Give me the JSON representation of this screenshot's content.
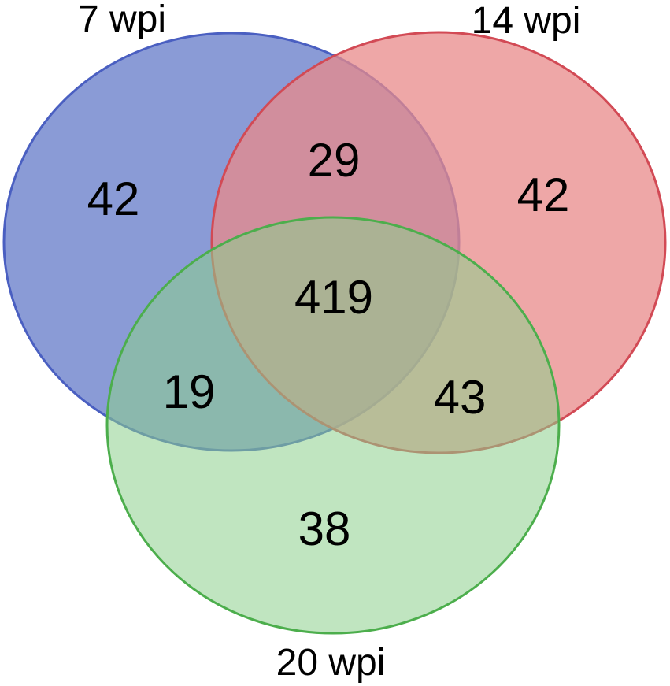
{
  "sets": [
    {
      "id": "a",
      "label": "7 wpi",
      "fill": "#8a9bd6",
      "stroke": "#4a5fc1"
    },
    {
      "id": "b",
      "label": "14 wpi",
      "fill": "#e88a8a",
      "stroke": "#d24a55"
    },
    {
      "id": "c",
      "label": "20 wpi",
      "fill": "#8dd08d",
      "stroke": "#4cae4c"
    }
  ],
  "regions": {
    "a_only": "42",
    "b_only": "42",
    "c_only": "38",
    "ab": "29",
    "ac": "19",
    "bc": "43",
    "abc": "419"
  }
}
